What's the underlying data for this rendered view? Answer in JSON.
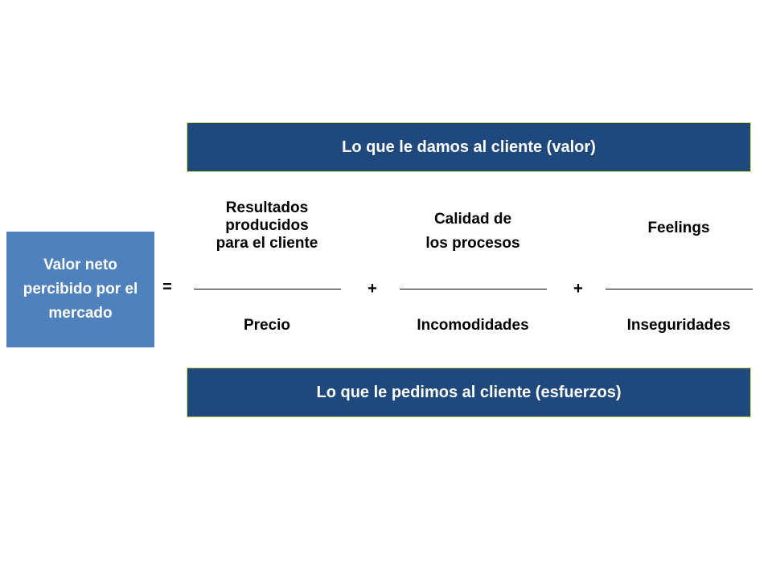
{
  "banners": {
    "top": "Lo que le damos al cliente (valor)",
    "bottom": "Lo que le pedimos al cliente (esfuerzos)"
  },
  "net_value_box": {
    "label": "Valor neto percibido por el mercado"
  },
  "operators": {
    "equal": "=",
    "plus_1": "+",
    "plus_2": "+"
  },
  "fractions": [
    {
      "numerator": "Resultados\nproducidos\npara el cliente",
      "denominator": "Precio"
    },
    {
      "numerator": "Calidad de\nlos procesos",
      "denominator": "Incomodidades"
    },
    {
      "numerator": "Feelings",
      "denominator": "Inseguridades"
    }
  ],
  "colors": {
    "banner_fill": "#1f497d",
    "banner_border": "#d6e35a",
    "box_fill": "#4f81bd",
    "text_dark": "#000000",
    "text_light": "#ffffff"
  }
}
